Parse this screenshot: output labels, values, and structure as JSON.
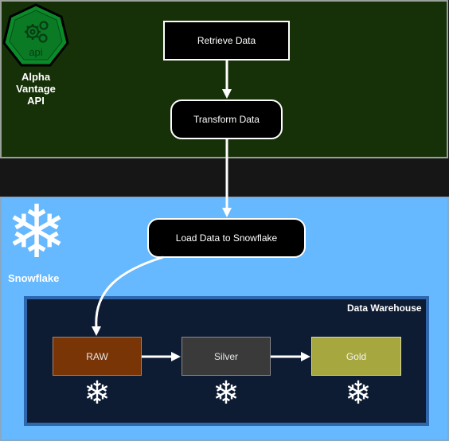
{
  "api": {
    "label": "Alpha Vantage API",
    "logo_text": "api",
    "logo_icon": "hexagon-gears-icon"
  },
  "steps": {
    "retrieve": "Retrieve Data",
    "transform": "Transform Data",
    "load": "Load Data to Snowflake"
  },
  "snowflake": {
    "label": "Snowflake",
    "icon": "snowflake-icon",
    "glyph": "❄"
  },
  "warehouse": {
    "label": "Data Warehouse",
    "layers": {
      "raw": "RAW",
      "silver": "Silver",
      "gold": "Gold"
    }
  },
  "colors": {
    "api_zone": "#163008",
    "snowflake_zone": "#66b8ff",
    "warehouse_zone": "#0d1b33",
    "raw": "#7a3506",
    "silver": "#3a3a3a",
    "gold": "#a7a73f"
  }
}
